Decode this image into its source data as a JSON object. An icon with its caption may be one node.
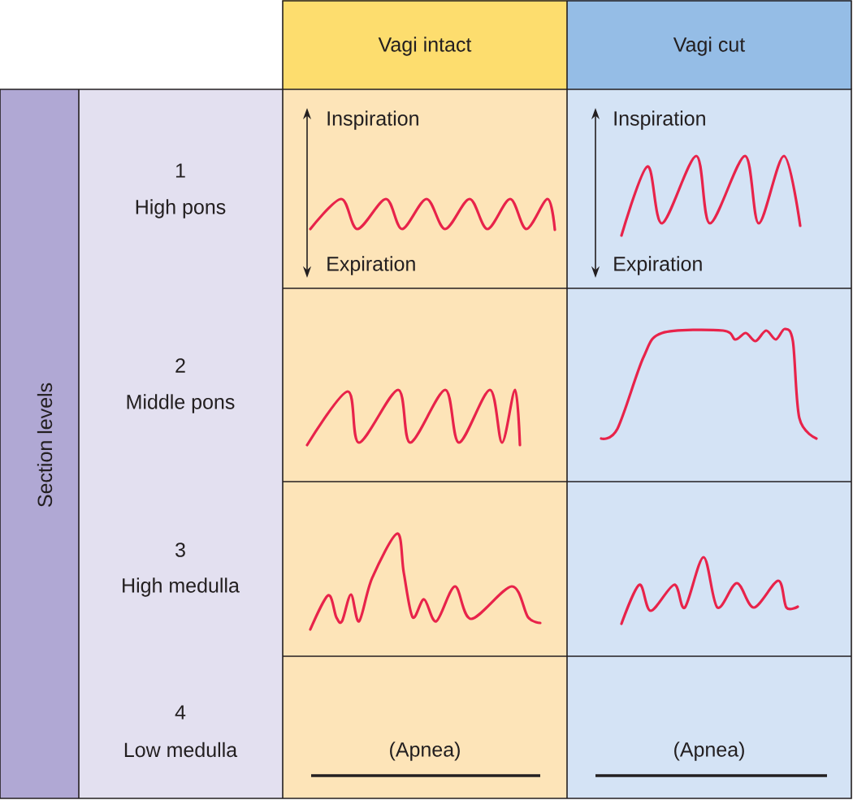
{
  "diagram": {
    "labels": [
      "Vagi intact",
      "Vagi cut",
      "Section levels",
      "1",
      "High pons",
      "Inspiration",
      "Expiration",
      "Inspiration",
      "Expiration",
      "2",
      "Middle pons",
      "3",
      "High medulla",
      "4",
      "Low medulla",
      "(Apnea)",
      "(Apnea)"
    ]
  }
}
